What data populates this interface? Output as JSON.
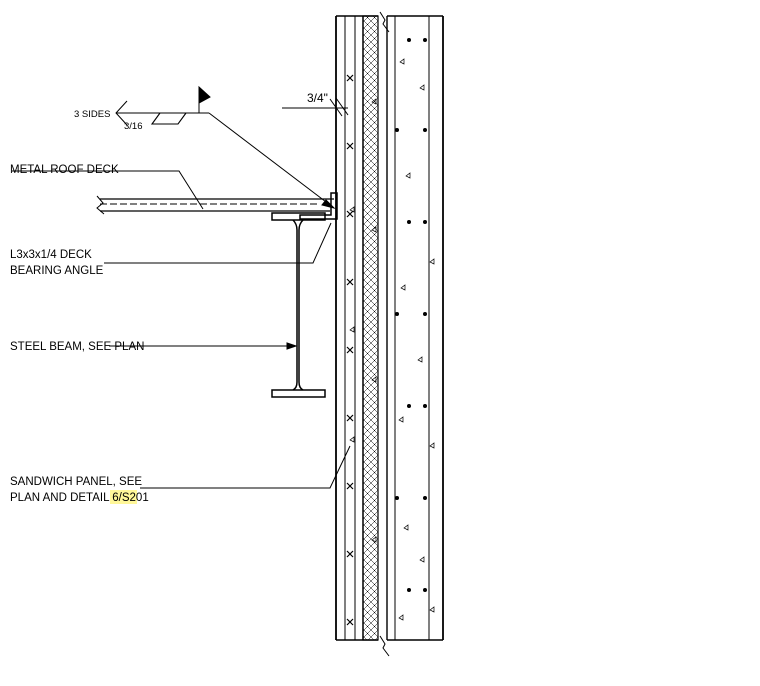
{
  "labels": {
    "metal_roof_deck": "METAL ROOF DECK",
    "deck_angle_line1": "L3x3x1/4 DECK",
    "deck_angle_line2": "BEARING ANGLE",
    "steel_beam": "STEEL BEAM, SEE PLAN",
    "sandwich_line1": "SANDWICH PANEL, SEE",
    "sandwich_line2_prefix": "PLAN AND DETAIL 6/",
    "sandwich_line2_ref": "S201"
  },
  "weld_symbol": {
    "sides": "3 SIDES",
    "size": "3/16"
  },
  "dimension": {
    "gap": "3/4\""
  },
  "colors": {
    "line": "#000000",
    "highlight": "#fff799",
    "insulation_hatch": "#000000"
  }
}
